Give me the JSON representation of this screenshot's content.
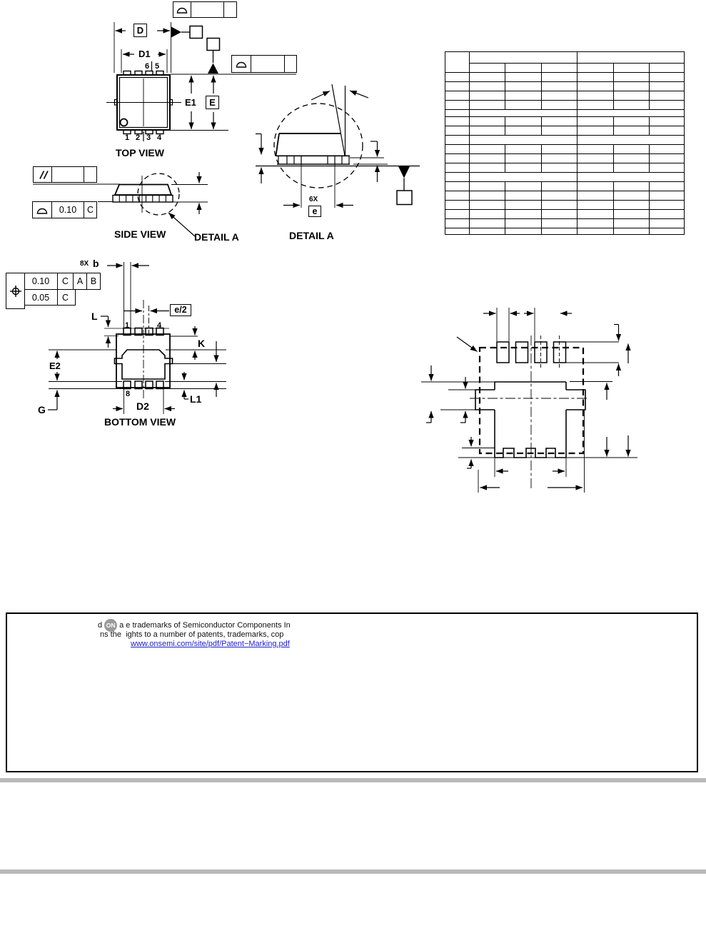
{
  "colors": {
    "line": "#000000",
    "link_blue": "#2121cc",
    "logo_gray": "#9a9a9a",
    "divider_gray": "#b9b9b9"
  },
  "top_view": {
    "title": "TOP VIEW",
    "dim_d": "D",
    "dim_d1": "D1",
    "dim_e1": "E1",
    "dim_e": "E",
    "pin6": "6",
    "pin5": "5",
    "pin1": "1",
    "pin2": "2",
    "pin3": "3",
    "pin4": "4",
    "fcf_profile_top": {
      "tol": "",
      "datum": ""
    },
    "fcf_profile_right": {
      "tol": "",
      "datum": ""
    }
  },
  "side_view": {
    "title": "SIDE VIEW",
    "detail_label": "DETAIL A",
    "fcf_parallelism": {
      "tol": "",
      "datum": ""
    },
    "fcf_profile": {
      "tol": "0.10",
      "datum": "C"
    }
  },
  "detail_a": {
    "title": "DETAIL A",
    "count": "6X",
    "pitch": "e"
  },
  "bottom_view": {
    "title": "BOTTOM VIEW",
    "count": "8X",
    "lead_width": "b",
    "half_pitch": "e/2",
    "l": "L",
    "k": "K",
    "e2": "E2",
    "g": "G",
    "d2": "D2",
    "l1": "L1",
    "pin1": "1",
    "pin4": "4",
    "pin8": "8",
    "fcf_position": {
      "tol1": "0.10",
      "d1a": "C",
      "d1b": "A",
      "d1c": "B",
      "tol2": "0.05",
      "d2a": "C"
    }
  },
  "dimension_table": {
    "columns": 7,
    "header_rows": 2,
    "data_rows": 18,
    "cells_empty": true
  },
  "footer": {
    "prefix": "d",
    "logo_text": "ON",
    "line1": "a e trademarks of Semiconductor Components In",
    "line2": "ns the  ights to a number of patents, trademarks, cop",
    "link": "www.onsemi.com/site/pdf/Patent−Marking.pdf"
  }
}
